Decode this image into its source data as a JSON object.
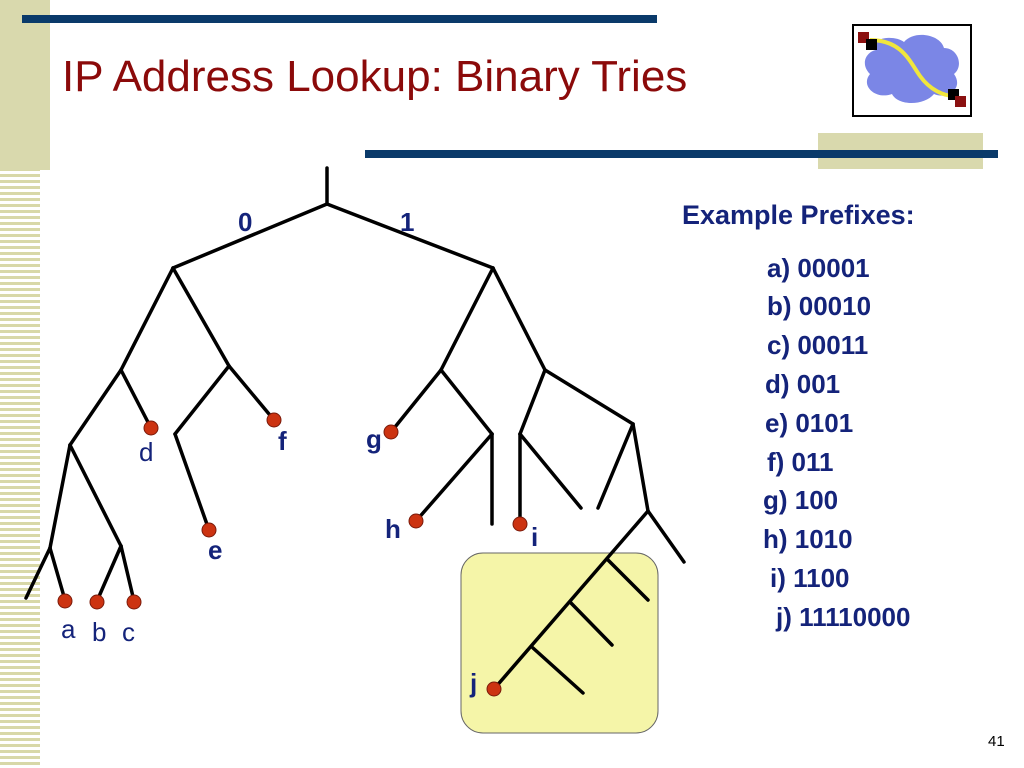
{
  "slide": {
    "title": "IP Address Lookup: Binary Tries",
    "page_number": "41"
  },
  "trie": {
    "edge_labels": {
      "left": "0",
      "right": "1"
    },
    "node_labels": {
      "a": "a",
      "b": "b",
      "c": "c",
      "d": "d",
      "e": "e",
      "f": "f",
      "g": "g",
      "h": "h",
      "i": "i",
      "j": "j"
    },
    "colors": {
      "prefix_node": "#cc3311",
      "highlight_box": "#f5f5a8",
      "edges": "#000000"
    }
  },
  "examples": {
    "heading": "Example Prefixes:",
    "items": [
      "a)  00001",
      "b)  00010",
      "c)  00011",
      "d)  001",
      "e)  0101",
      "f)  011",
      "g)  100",
      "h)  1010",
      "i)  1100",
      "j)  11110000"
    ]
  },
  "logo": {
    "icon": "network-cloud-icon"
  }
}
